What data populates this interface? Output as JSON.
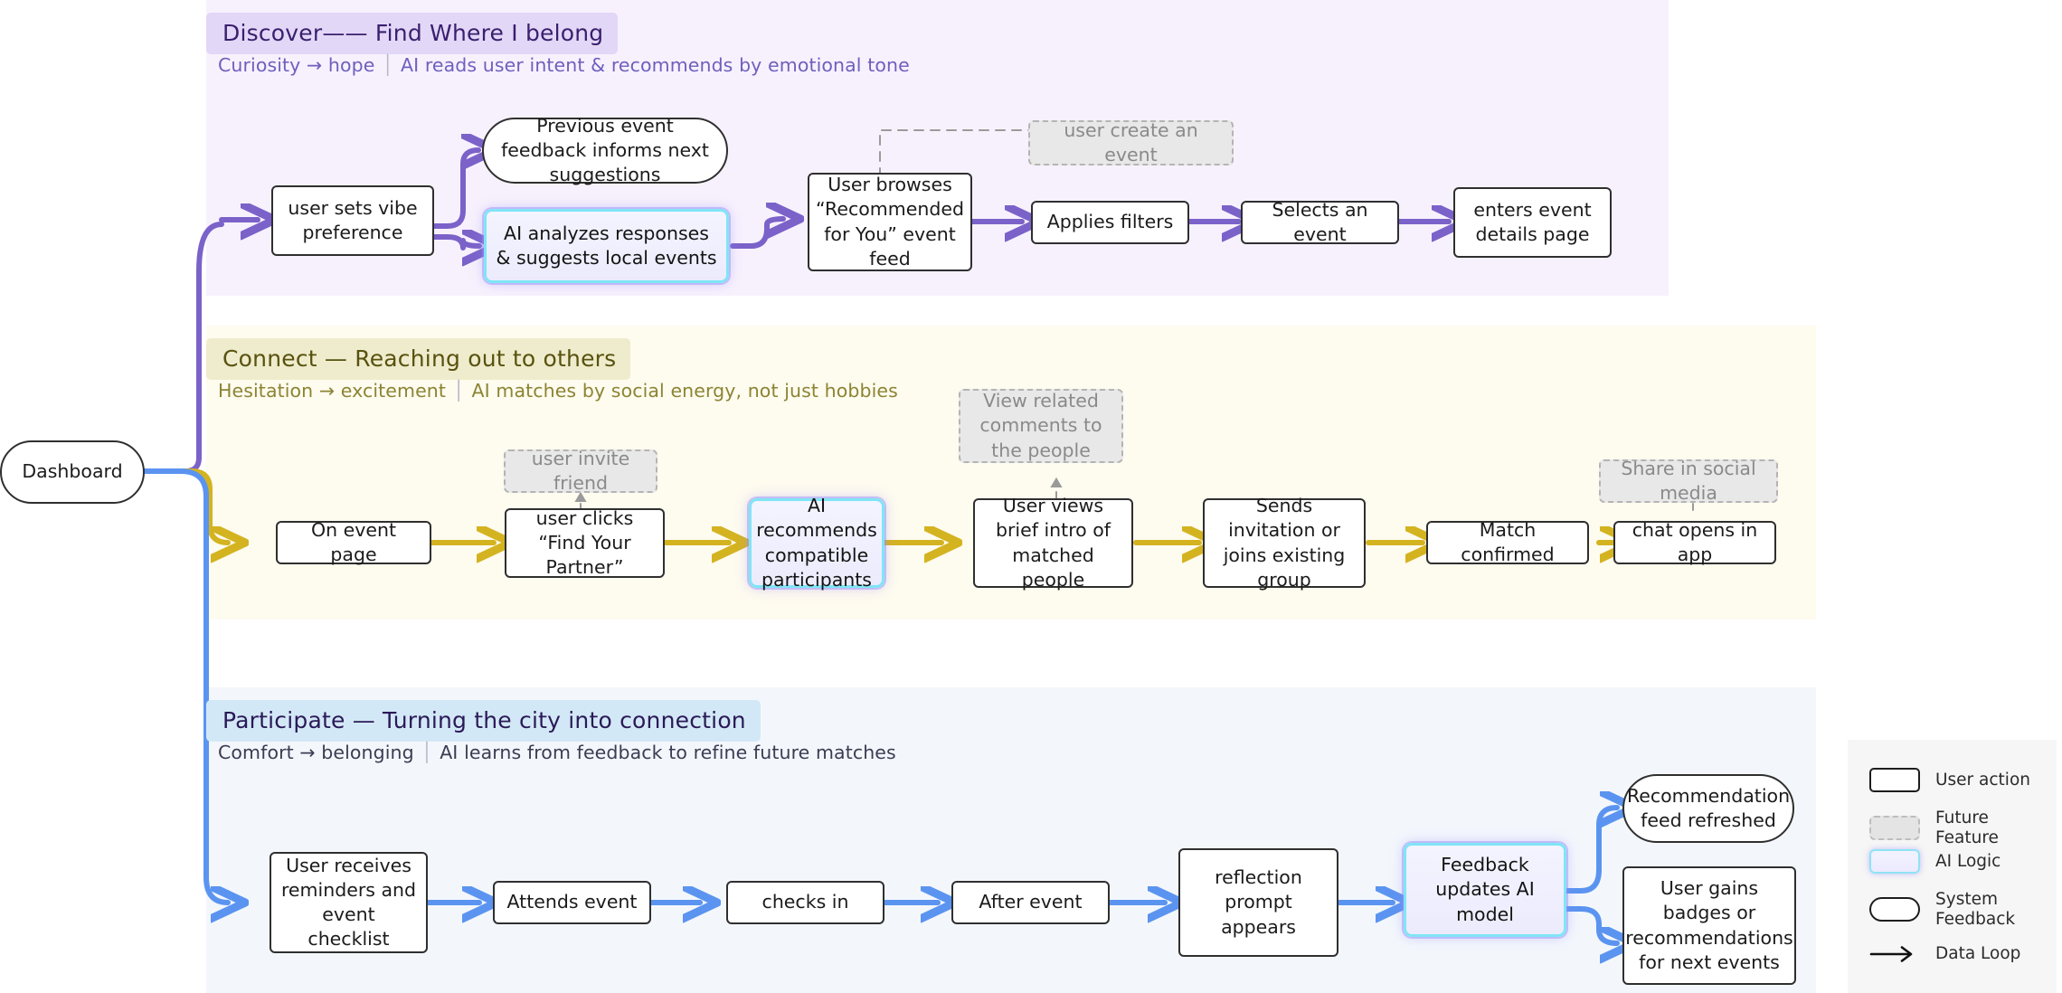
{
  "diagram": {
    "title": "AI Event Matching User Journey Flow",
    "entry_node": {
      "label": "Dashboard",
      "shape": "pill"
    }
  },
  "colors": {
    "discover_accent": "#7b62c9",
    "connect_accent": "#d4b320",
    "participate_accent": "#5b94f0",
    "discover_band": "#f7f1fd",
    "connect_band": "#fefbef",
    "participate_band": "#f3f7fc",
    "ghost_fill": "#e8e8e8",
    "ai_border": "#7fe5f5"
  },
  "bands": [
    {
      "id": "discover",
      "title": "Discover—— Find Where I belong",
      "emotion": "Curiosity → hope",
      "note": "AI reads user intent & recommends by emotional tone",
      "nodes": [
        {
          "id": "d1",
          "label": "user sets vibe preference",
          "type": "user"
        },
        {
          "id": "d2",
          "label": "Previous event feedback informs next suggestions",
          "type": "system"
        },
        {
          "id": "d3",
          "label": "AI analyzes responses & suggests local events",
          "type": "ai"
        },
        {
          "id": "d4",
          "label": "User browses “Recommended for You” event feed",
          "type": "user"
        },
        {
          "id": "d5",
          "label": "user create an event",
          "type": "future"
        },
        {
          "id": "d6",
          "label": "Applies filters",
          "type": "user"
        },
        {
          "id": "d7",
          "label": "Selects an event",
          "type": "user"
        },
        {
          "id": "d8",
          "label": "enters event details page",
          "type": "user"
        }
      ]
    },
    {
      "id": "connect",
      "title": "Connect — Reaching out to others",
      "emotion": "Hesitation → excitement",
      "note": "AI matches by social energy, not just hobbies",
      "nodes": [
        {
          "id": "c1",
          "label": "On event page",
          "type": "user"
        },
        {
          "id": "c2",
          "label": "user invite friend",
          "type": "future"
        },
        {
          "id": "c3",
          "label": "user clicks “Find Your Partner”",
          "type": "user"
        },
        {
          "id": "c4",
          "label": "AI recommends compatible participants",
          "type": "ai"
        },
        {
          "id": "c5",
          "label": "View related comments to the people",
          "type": "future"
        },
        {
          "id": "c6",
          "label": "User views brief intro of matched people",
          "type": "user"
        },
        {
          "id": "c7",
          "label": "Sends invitation or joins existing group",
          "type": "user"
        },
        {
          "id": "c8",
          "label": "Match confirmed",
          "type": "user"
        },
        {
          "id": "c9",
          "label": "Share in social media",
          "type": "future"
        },
        {
          "id": "c10",
          "label": "chat opens in app",
          "type": "user"
        }
      ]
    },
    {
      "id": "participate",
      "title": "Participate — Turning the city into connection",
      "emotion": "Comfort → belonging",
      "note": "AI learns from feedback to refine future matches",
      "nodes": [
        {
          "id": "p1",
          "label": "User receives reminders and event checklist",
          "type": "user"
        },
        {
          "id": "p2",
          "label": "Attends event",
          "type": "user"
        },
        {
          "id": "p3",
          "label": "checks in",
          "type": "user"
        },
        {
          "id": "p4",
          "label": "After event",
          "type": "user"
        },
        {
          "id": "p5",
          "label": "reflection prompt appears",
          "type": "user"
        },
        {
          "id": "p6",
          "label": "Feedback updates AI model",
          "type": "ai"
        },
        {
          "id": "p7",
          "label": "Recommendation feed refreshed",
          "type": "system"
        },
        {
          "id": "p8",
          "label": "User gains badges or recommendations for next events",
          "type": "user"
        }
      ]
    }
  ],
  "legend": {
    "items": [
      {
        "label": "User action",
        "swatch": "user-action-swatch"
      },
      {
        "label": "Future Feature",
        "swatch": "future-feature-swatch"
      },
      {
        "label": "AI Logic",
        "swatch": "ai-logic-swatch"
      },
      {
        "label": "System Feedback",
        "swatch": "system-feedback-swatch"
      },
      {
        "label": "Data Loop",
        "swatch": "data-loop-arrow-icon"
      }
    ]
  }
}
